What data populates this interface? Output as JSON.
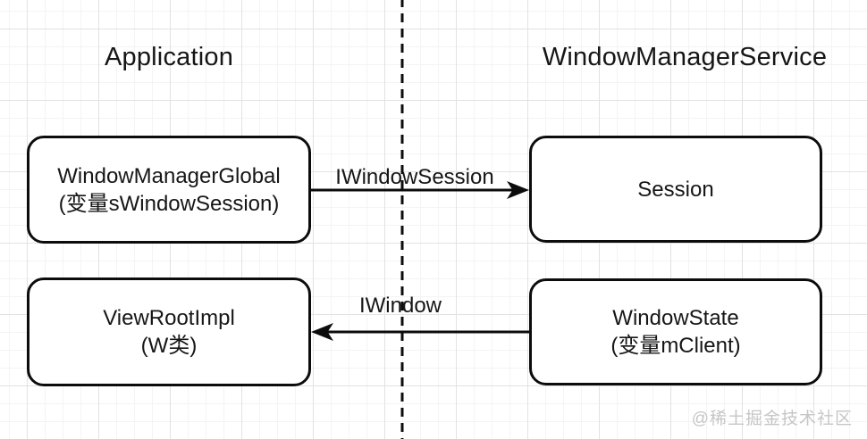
{
  "sections": {
    "left_title": "Application",
    "right_title": "WindowManagerService"
  },
  "nodes": {
    "window_manager_global": {
      "lines": [
        "WindowManagerGlobal",
        "(变量sWindowSession)"
      ]
    },
    "session": {
      "lines": [
        "Session"
      ]
    },
    "view_root_impl": {
      "lines": [
        "ViewRootImpl",
        "(W类)"
      ]
    },
    "window_state": {
      "lines": [
        "WindowState",
        "(变量mClient)"
      ]
    }
  },
  "edges": {
    "iwindow_session": {
      "label": "IWindowSession",
      "from": "window_manager_global",
      "to": "session",
      "direction": "right"
    },
    "iwindow": {
      "label": "IWindow",
      "from": "window_state",
      "to": "view_root_impl",
      "direction": "left"
    }
  },
  "watermark": "@稀土掘金技术社区",
  "colors": {
    "line": "#0c0c0c",
    "text": "#161616",
    "grid_minor": "#f4f4f4",
    "grid_major": "#e2e2e2",
    "watermark": "#c6c6c6",
    "bg": "#ffffff"
  }
}
